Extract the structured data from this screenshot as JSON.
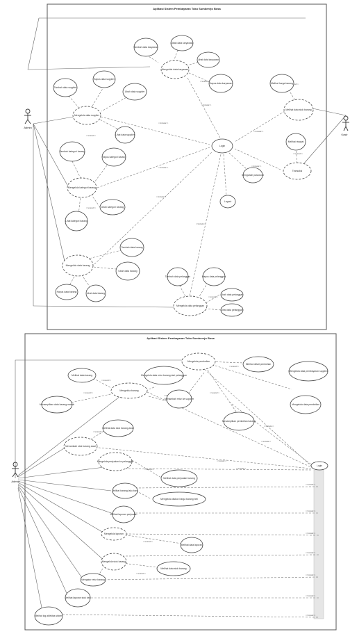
{
  "upper": {
    "title": "Aplikasi Sistem Pembayaran Toko Sumberejo Bosa",
    "actors": [
      "Admin",
      "Kasir"
    ],
    "use_cases": [
      "Tambah data karyawan",
      "Ubah data karyawan",
      "Lihat data karyawan",
      "Hapus data karyawan",
      "Mengelola data karyawan",
      "Tambah data supplier",
      "Hapus data supplier",
      "Ubah data supplier",
      "Lihat data supplier",
      "Mengelola data supplier",
      "Tambah kategori barang",
      "Hapus kategori barang",
      "Lihat kategori barang",
      "Ubah kategori barang",
      "Mengelola kategori barang",
      "Tambah data barang",
      "Hapus data barang",
      "Lihat data barang",
      "Ubah data barang",
      "Mengelola data barang",
      "Login",
      "Logout",
      "Mengubah password",
      "Tambah data pelanggan",
      "Hapus data pelanggan",
      "Ubah data pelanggan",
      "Lihat data pelanggan",
      "Mengelola data pelanggan",
      "Melihat harga barang",
      "Melihat data stok barang",
      "Melihat riwayat",
      "Transaksi"
    ],
    "stereotypes": [
      "<<include>>",
      "<<extend>>"
    ]
  },
  "lower": {
    "title": "Aplikasi Sistem Pembayaran Toko Sumberejo Bosa",
    "actors": [
      "Admin"
    ],
    "use_cases": [
      "Melihat data barang",
      "Mengelola barang",
      "Menampilkan data barang masuk",
      "Mengelola data retur barang dari pelanggan",
      "Menambah retur ke supplier",
      "Mengelola pembelian",
      "Melihat detail pembelian",
      "Menampilkan pembelian barang",
      "Mengelola data pembayaran supplier",
      "Mengelola data pembelian",
      "Melihat data stok barang awal",
      "Menambah stok barang awal",
      "Mengelola penjualan ke pelanggan",
      "Melihat data penjualan barang",
      "Melihat barang laku baru",
      "Mengelola diskon harga barang beli",
      "Melihat laporan penjualan",
      "Mengelola laporan",
      "Melihat data laporan",
      "Mengelola stok barang",
      "Melihat data stok barang",
      "Mengatur retur barang",
      "Melihat laporan stok hari",
      "Melihat log aktivitas sistem",
      "Login"
    ],
    "stereotypes": [
      "<<include>>",
      "<<extend>>"
    ]
  }
}
